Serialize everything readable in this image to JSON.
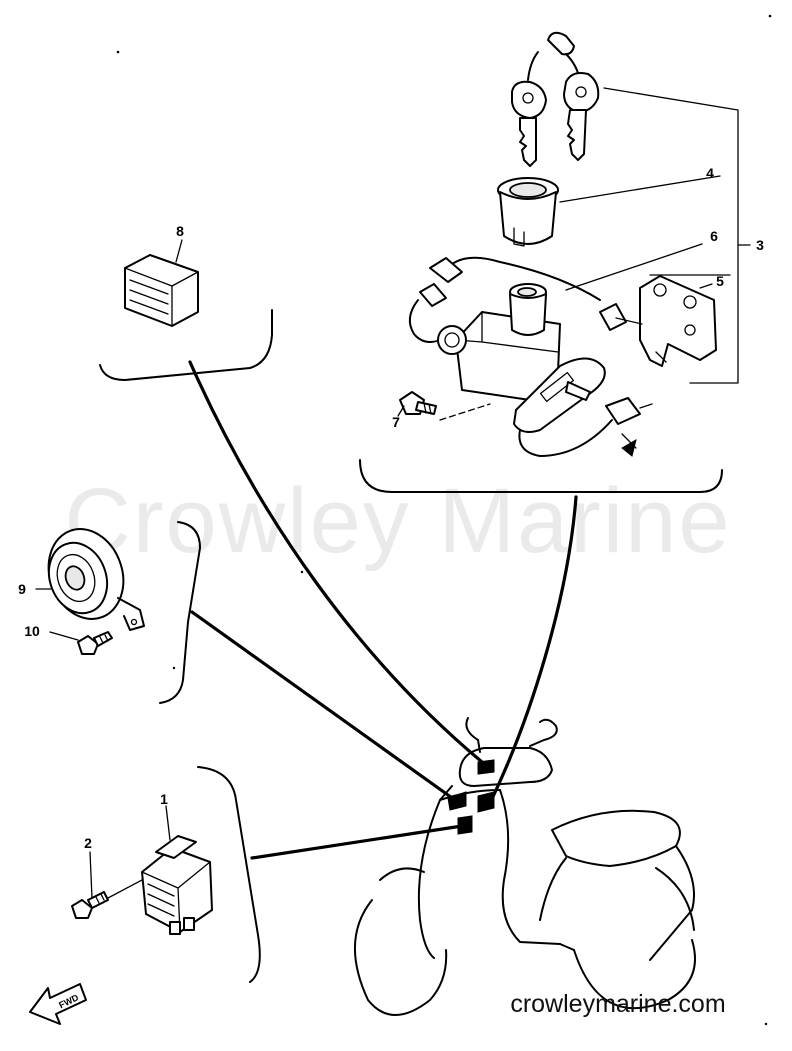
{
  "watermark": "Crowley Marine",
  "footer_url": "crowleymarine.com",
  "direction_label": "FWD",
  "callouts": {
    "c1": "1",
    "c2": "2",
    "c3": "3",
    "c4": "4",
    "c5": "5",
    "c6": "6",
    "c7": "7",
    "c8": "8",
    "c9": "9",
    "c10": "10"
  }
}
